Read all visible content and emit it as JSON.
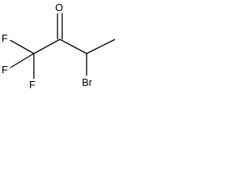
{
  "molecule": {
    "atoms": {
      "oxygen": "O",
      "fluorine_1": "F",
      "fluorine_2": "F",
      "fluorine_3": "F",
      "bromine": "Br"
    }
  },
  "colors": {
    "bond": "#000000",
    "atom_label": "#000000",
    "background": "#ffffff"
  }
}
